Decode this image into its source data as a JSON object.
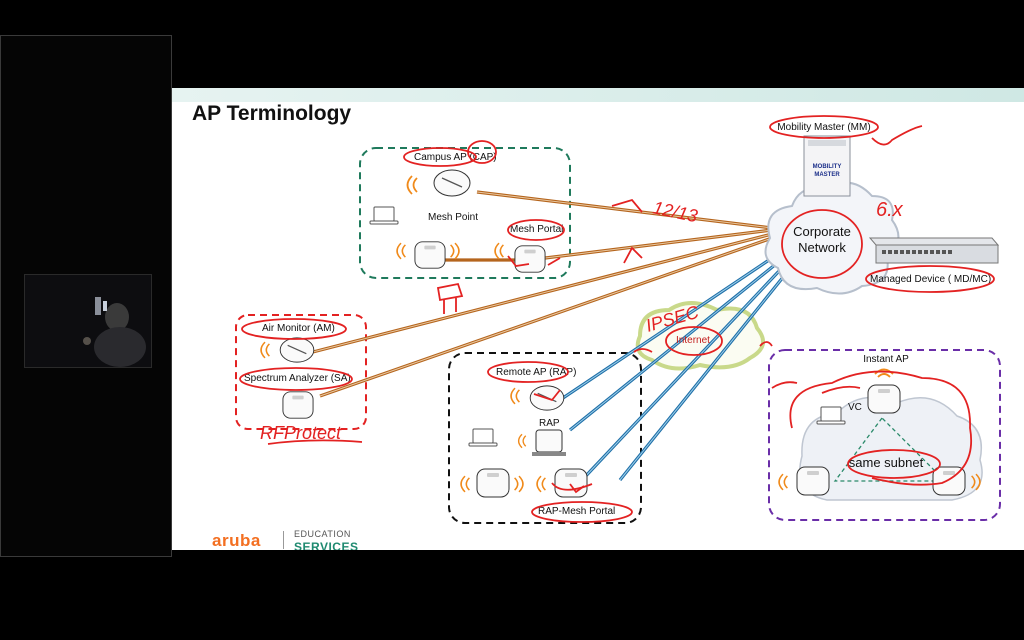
{
  "slide": {
    "title": "AP Terminology",
    "footer": {
      "brand": "aruba",
      "line1": "EDUCATION",
      "line2": "SERVICES"
    }
  },
  "labels": {
    "campus_ap": "Campus AP (CAP)",
    "mesh_point": "Mesh Point",
    "mesh_portal": "Mesh Portal",
    "mobility_master": "Mobility Master (MM)",
    "mm_device_line1": "MOBILITY",
    "mm_device_line2": "MASTER",
    "corporate_line1": "Corporate",
    "corporate_line2": "Network",
    "managed_device": "Managed Device ( MD/MC)",
    "air_monitor": "Air Monitor (AM)",
    "spectrum_analyzer": "Spectrum Analyzer (SA)",
    "remote_ap": "Remote AP (RAP)",
    "rap": "RAP",
    "rap_mesh_portal": "RAP-Mesh Portal",
    "internet": "Internet",
    "instant_ap": "Instant AP",
    "vc": "VC",
    "same_subnet": "same subnet"
  },
  "annotations": {
    "rf_protect": "RFProtect",
    "ipsec": "IPSEC",
    "count_1": "12/13",
    "count_2": "6.x"
  },
  "colors": {
    "campus_box": "#1f7a5c",
    "rf_box": "#e32222",
    "remote_box": "#111111",
    "instant_box": "#6a2ea8",
    "wired_link": "#b5651d",
    "tunnel_link": "#1f6fa8",
    "ink": "#e32222",
    "internet_cloud": "#c9d98a"
  }
}
